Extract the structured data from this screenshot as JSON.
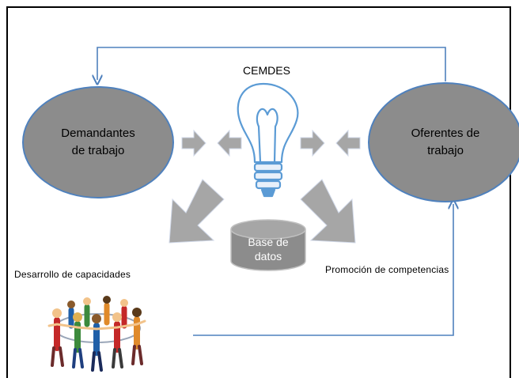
{
  "title": "CEMDES",
  "nodes": {
    "left_ellipse": "Demandantes\nde trabajo",
    "right_ellipse": "Oferentes de\ntrabajo",
    "database": "Base de\ndatos"
  },
  "labels": {
    "left_caption": "Desarrollo de capacidades",
    "right_caption": "Promoción de competencias"
  },
  "colors": {
    "ellipse_fill": "#8c8c8c",
    "ellipse_stroke": "#4f81bd",
    "arrow_fill": "#a6a6a6",
    "line": "#4f81bd",
    "bulb": "#5b9bd5"
  },
  "icons": {
    "bulb": "lightbulb-icon",
    "people": "people-circle-icon"
  }
}
